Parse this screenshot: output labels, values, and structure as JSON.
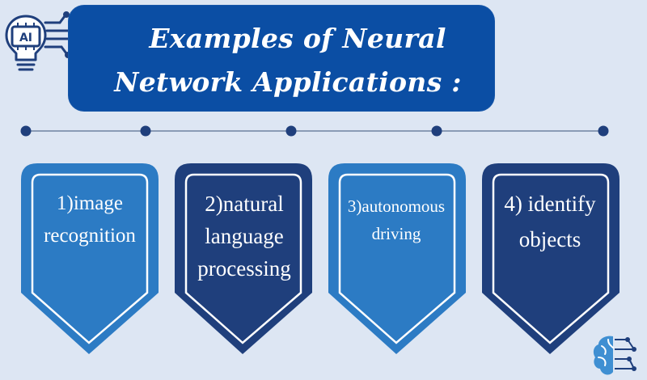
{
  "title": {
    "line1": "Examples of Neural",
    "line2": "Network Applications :"
  },
  "logo": {
    "text": "AI",
    "icon": "ai-lightbulb-circuit-icon"
  },
  "cards": [
    {
      "lines": [
        "1)image",
        "recognition"
      ],
      "color": "#2c7bc4"
    },
    {
      "lines": [
        "2)natural",
        "language",
        "processing"
      ],
      "color": "#1f3f7c"
    },
    {
      "lines": [
        "3)autonomous",
        "driving"
      ],
      "color": "#2c7bc4"
    },
    {
      "lines": [
        "4) identify",
        "objects"
      ],
      "color": "#1f3f7c"
    }
  ],
  "colors": {
    "background": "#dde6f3",
    "title_box": "#0b4ea4",
    "timeline_dot": "#1f3f7c",
    "timeline_line": "#8a9bb5"
  },
  "decor": {
    "brain_icon": "neural-brain-icon"
  }
}
